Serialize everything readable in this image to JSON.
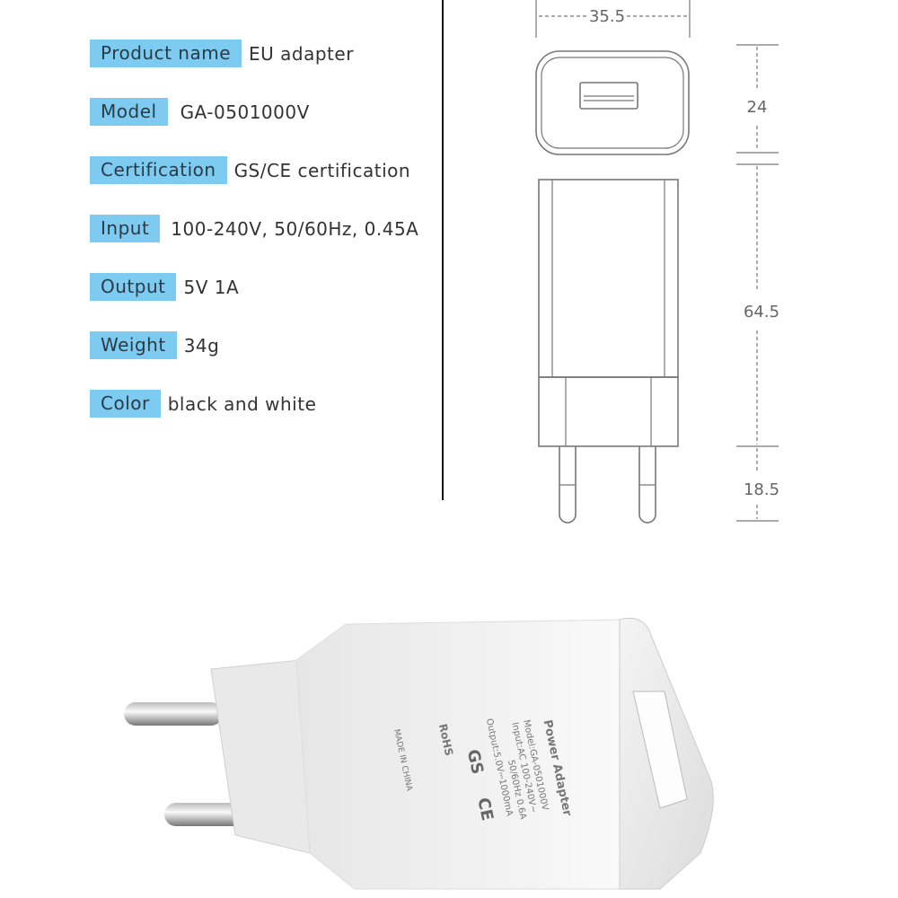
{
  "specs": [
    {
      "label": "Product name",
      "value": "EU adapter"
    },
    {
      "label": "Model",
      "value": "GA-0501000V"
    },
    {
      "label": "Certification",
      "value": "GS/CE certification"
    },
    {
      "label": "Input",
      "value": "100-240V, 50/60Hz, 0.45A"
    },
    {
      "label": "Output",
      "value": "5V 1A"
    },
    {
      "label": "Weight",
      "value": "34g"
    },
    {
      "label": "Color",
      "value": "black and white"
    }
  ],
  "dimensions": {
    "width": "35.5",
    "depth": "24",
    "body_height": "64.5",
    "pin_length": "18.5"
  },
  "photo_label": {
    "title": "Power Adapter",
    "model": "Model:GA-0501000V",
    "input": "Input:AC 100-240V~",
    "freq": "50/60Hz 0.6A",
    "output": "Output:5.0V⎓1000mA",
    "rohs": "RoHS",
    "gs": "GS",
    "ce": "CE",
    "origin": "MADE IN CHINA"
  },
  "colors": {
    "label_bg": "#7dcbf0"
  }
}
